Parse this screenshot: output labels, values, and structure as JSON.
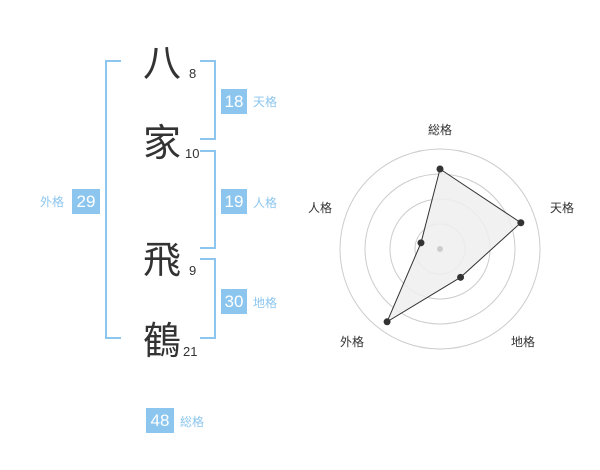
{
  "name": {
    "chars": [
      {
        "char": "八",
        "strokes": "8"
      },
      {
        "char": "家",
        "strokes": "10"
      },
      {
        "char": "飛",
        "strokes": "9"
      },
      {
        "char": "鶴",
        "strokes": "21"
      }
    ]
  },
  "kaku": {
    "tenkaku": {
      "value": "18",
      "label": "天格"
    },
    "jinkaku": {
      "value": "19",
      "label": "人格"
    },
    "chikaku": {
      "value": "30",
      "label": "地格"
    },
    "gaikaku": {
      "value": "29",
      "label": "外格"
    },
    "soukaku": {
      "value": "48",
      "label": "総格"
    }
  },
  "chart_data": {
    "type": "radar",
    "axes": [
      "総格",
      "天格",
      "地格",
      "外格",
      "人格"
    ],
    "values": [
      0.8,
      0.85,
      0.35,
      0.9,
      0.2
    ],
    "max": 1,
    "rings": 4,
    "colors": {
      "fill": "#efefef",
      "stroke": "#333333",
      "ring": "#cccccc",
      "center": "#cccccc"
    }
  },
  "colors": {
    "accent": "#8cc6ef",
    "text": "#333333"
  }
}
